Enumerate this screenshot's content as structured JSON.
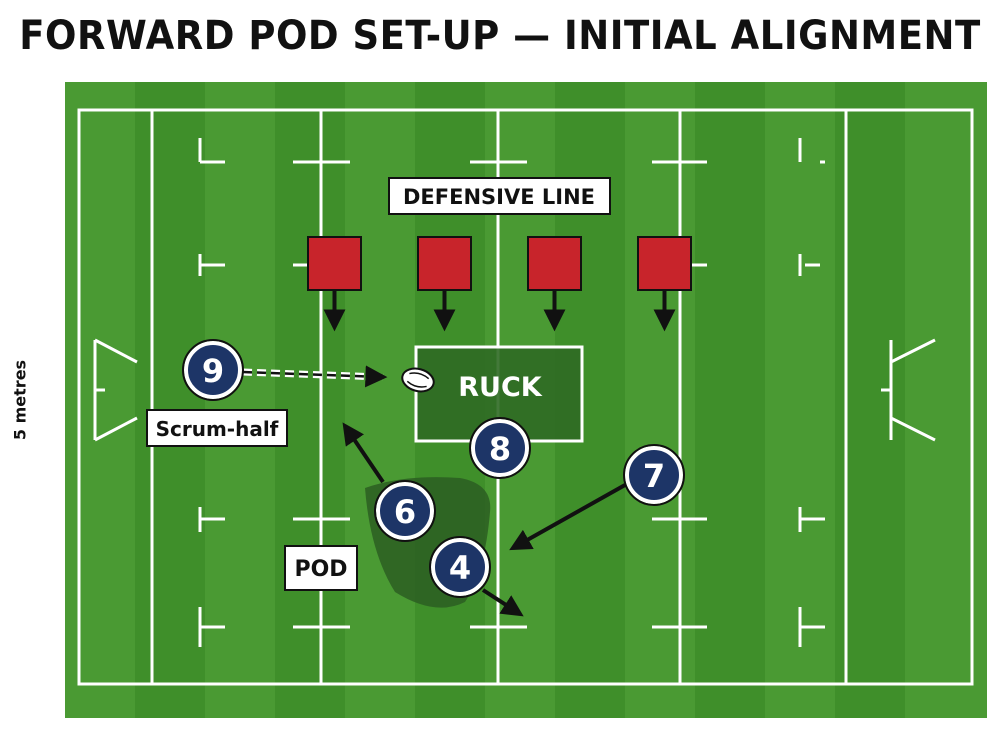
{
  "title": "FORWARD POD SET-UP — INITIAL ALIGNMENT",
  "side_label": "5 metres",
  "labels": {
    "defensive_line": "DEFENSIVE LINE",
    "ruck": "RUCK",
    "scrum_half": "Scrum-half",
    "pod": "POD"
  },
  "players": [
    {
      "number": "9",
      "role": "scrum-half"
    },
    {
      "number": "8"
    },
    {
      "number": "7"
    },
    {
      "number": "6"
    },
    {
      "number": "4"
    }
  ],
  "defenders": [
    {
      "id": "d1"
    },
    {
      "id": "d2"
    },
    {
      "id": "d3"
    },
    {
      "id": "d4"
    }
  ],
  "colors": {
    "grass": "#3f8f2a",
    "grass_stripe": "#4a9a33",
    "lines": "#ffffff",
    "defender": "#c8242b",
    "player_fill": "#1d3567",
    "ruck_box": "#2f6a24",
    "pod_shade": "#2c5e22"
  }
}
